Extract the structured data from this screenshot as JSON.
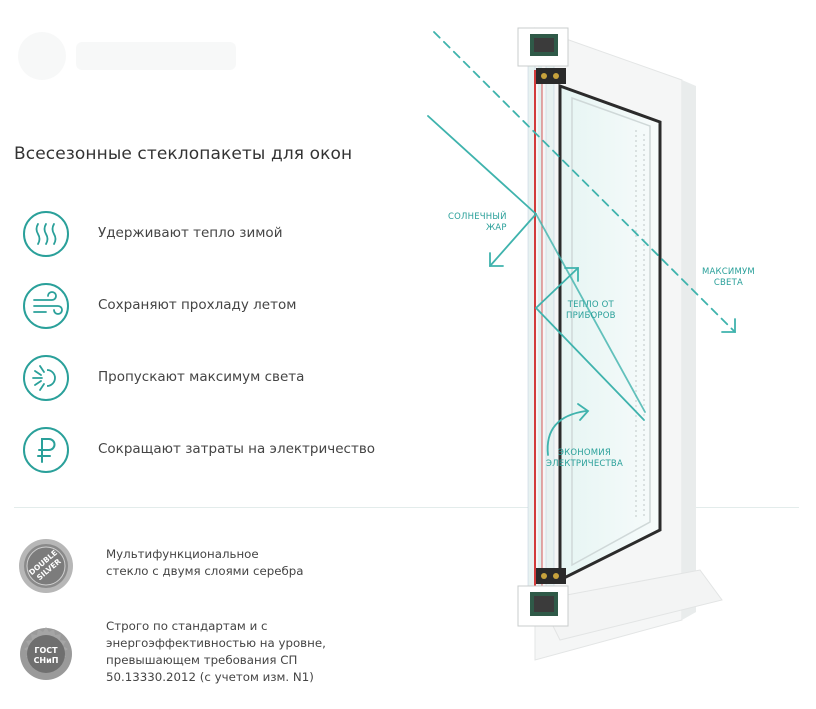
{
  "heading": "Всесезонные стеклопакеты для окон",
  "features": [
    {
      "label": "Удерживают тепло зимой",
      "icon": "heat-waves-icon"
    },
    {
      "label": "Сохраняют прохладу летом",
      "icon": "wind-icon"
    },
    {
      "label": "Пропускают максимум света",
      "icon": "sun-icon"
    },
    {
      "label": "Сокращают затраты на электричество",
      "icon": "ruble-icon"
    }
  ],
  "badges": [
    {
      "icon": "double-silver-seal-icon",
      "seal_text": [
        "DOUBLE",
        "SILVER"
      ],
      "text": [
        "Мультифункциональное",
        "стекло с двумя слоями серебра"
      ]
    },
    {
      "icon": "gost-snip-seal-icon",
      "seal_text": [
        "ГОСТ",
        "СНиП"
      ],
      "text": [
        "Строго по стандартам и с",
        "энергоэффективностью на уровне,",
        "превышающем требования СП",
        "50.13330.2012 (с учетом изм. N1)"
      ]
    }
  ],
  "callouts": {
    "solar_heat": [
      "СОЛНЕЧНЫЙ",
      "ЖАР"
    ],
    "max_light": [
      "МАКСИМУМ",
      "СВЕТА"
    ],
    "device_heat": [
      "ТЕПЛО ОТ",
      "ПРИБОРОВ"
    ],
    "energy_saving": [
      "ЭКОНОМИЯ",
      "ЭЛЕКТРИЧЕСТВА"
    ]
  },
  "colors": {
    "accent": "#2aa09a",
    "text": "#444444",
    "seal": "#8a8a8a"
  }
}
